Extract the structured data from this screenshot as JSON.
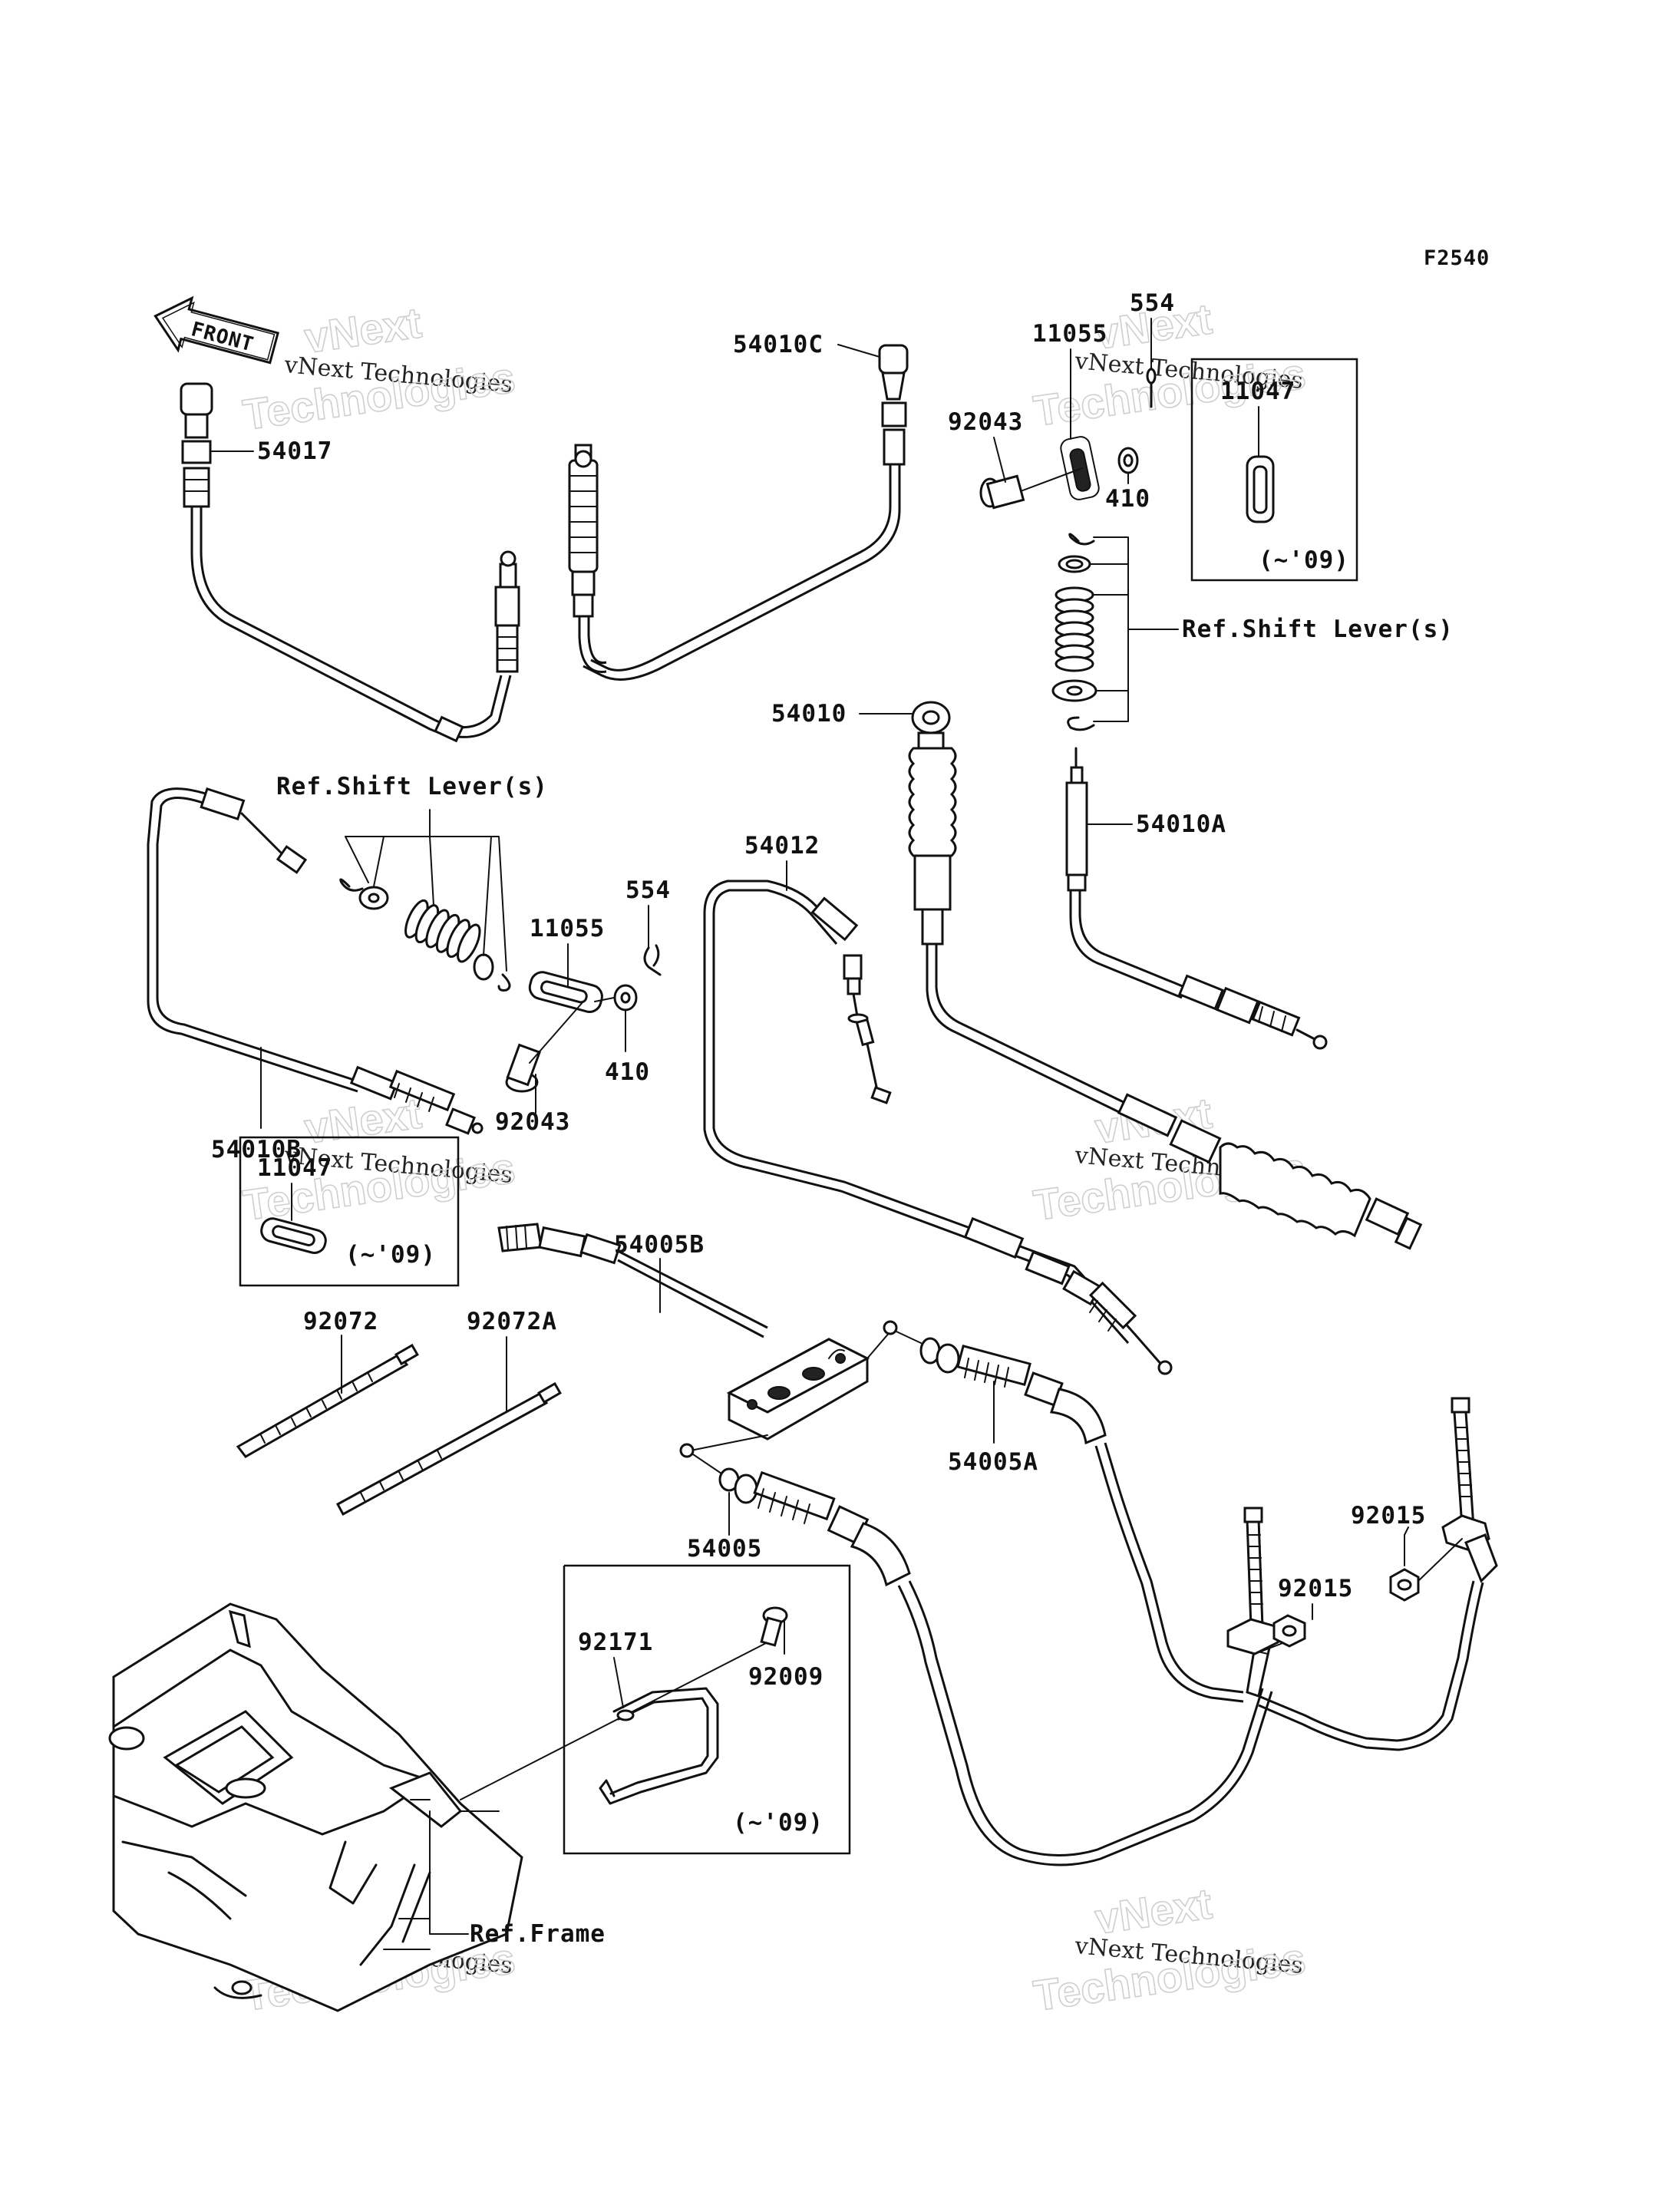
{
  "figure_code": "F2540",
  "front_arrow_label": "FRONT",
  "watermark": {
    "line_small": "vNext Technologies",
    "line_big": "vNext",
    "line_big2": "Technologies"
  },
  "labels": {
    "p54017": "54017",
    "p54010C": "54010C",
    "p92043_top": "92043",
    "p11055_top": "11055",
    "p554_top": "554",
    "p410_top": "410",
    "p11047_top": "11047",
    "period_top": "(~'09)",
    "ref_shift_lever_right": "Ref.Shift Lever(s)",
    "p54010": "54010",
    "p54010A": "54010A",
    "ref_shift_lever_left": "Ref.Shift Lever(s)",
    "p54012": "54012",
    "p554_mid": "554",
    "p11055_mid": "11055",
    "p410_mid": "410",
    "p92043_mid": "92043",
    "p54010B": "54010B",
    "p11047_mid": "11047",
    "period_mid": "(~'09)",
    "p54005B": "54005B",
    "p92072": "92072",
    "p92072A": "92072A",
    "p54005A": "54005A",
    "p54005": "54005",
    "p92015_a": "92015",
    "p92015_b": "92015",
    "p92171": "92171",
    "p92009": "92009",
    "period_bottom": "(~'09)",
    "ref_frame": "Ref.Frame"
  }
}
